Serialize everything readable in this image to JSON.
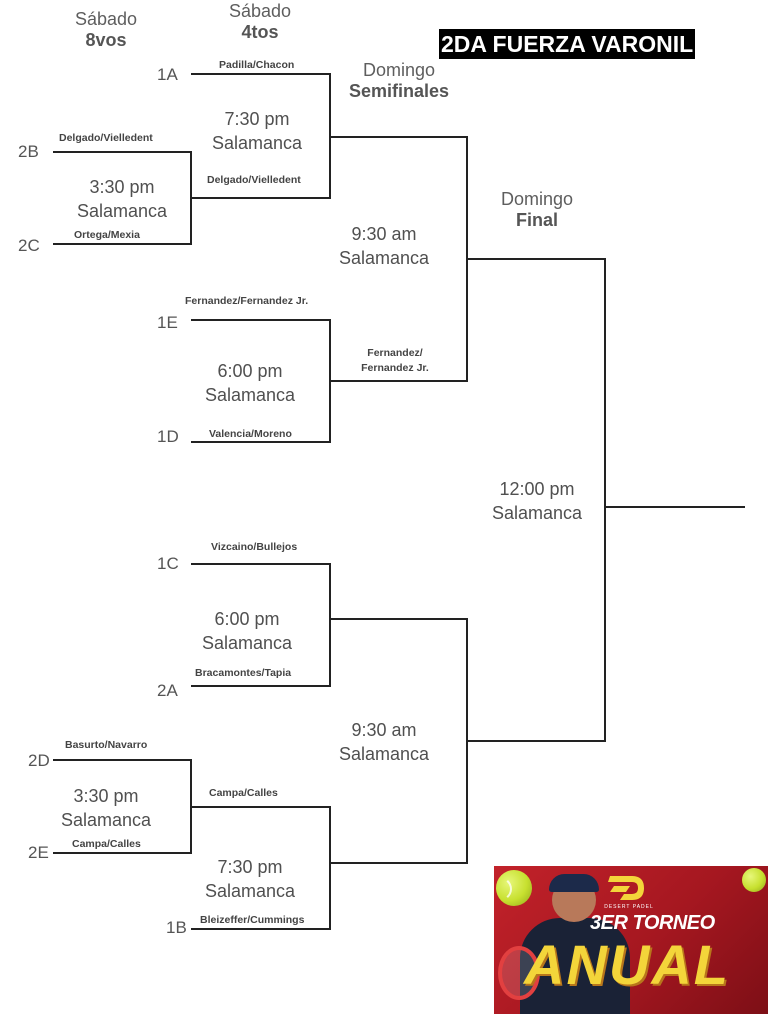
{
  "title": "2DA FUERZA VARONIL",
  "round_headers": {
    "r16": {
      "day": "Sábado",
      "round": "8vos"
    },
    "qf": {
      "day": "Sábado",
      "round": "4tos"
    },
    "sf": {
      "day": "Domingo",
      "round": "Semifinales"
    },
    "final": {
      "day": "Domingo",
      "round": "Final"
    }
  },
  "seeds": {
    "1A": "1A",
    "2B": "2B",
    "2C": "2C",
    "1E": "1E",
    "1D": "1D",
    "1C": "1C",
    "2A": "2A",
    "2D": "2D",
    "2E": "2E",
    "1B": "1B"
  },
  "teams": {
    "r16_top_a": "Delgado/Vielledent",
    "r16_top_b": "Ortega/Mexia",
    "r16_bot_a": "Basurto/Navarro",
    "r16_bot_b": "Campa/Calles",
    "qf1_a": "Padilla/Chacon",
    "qf1_b": "Delgado/Vielledent",
    "qf2_a": "Fernandez/Fernandez Jr.",
    "qf2_b": "Valencia/Moreno",
    "qf3_a": "Vizcaino/Bullejos",
    "qf3_b": "Bracamontes/Tapia",
    "qf4_a": "Campa/Calles",
    "qf4_b": "Bleizeffer/Cummings",
    "sf1_b_line1": "Fernandez/",
    "sf1_b_line2": "Fernandez Jr."
  },
  "matches": {
    "r16_top": {
      "time": "3:30 pm",
      "venue": "Salamanca"
    },
    "r16_bot": {
      "time": "3:30 pm",
      "venue": "Salamanca"
    },
    "qf1": {
      "time": "7:30 pm",
      "venue": "Salamanca"
    },
    "qf2": {
      "time": "6:00 pm",
      "venue": "Salamanca"
    },
    "qf3": {
      "time": "6:00 pm",
      "venue": "Salamanca"
    },
    "qf4": {
      "time": "7:30 pm",
      "venue": "Salamanca"
    },
    "sf1": {
      "time": "9:30 am",
      "venue": "Salamanca"
    },
    "sf2": {
      "time": "9:30 am",
      "venue": "Salamanca"
    },
    "final": {
      "time": "12:00 pm",
      "venue": "Salamanca"
    }
  },
  "banner": {
    "brand": "DESERT PADEL",
    "line1": "3ER TORNEO",
    "line2": "ANUAL",
    "colors": {
      "background": "#b01c24",
      "accent": "#f3d53a"
    }
  }
}
